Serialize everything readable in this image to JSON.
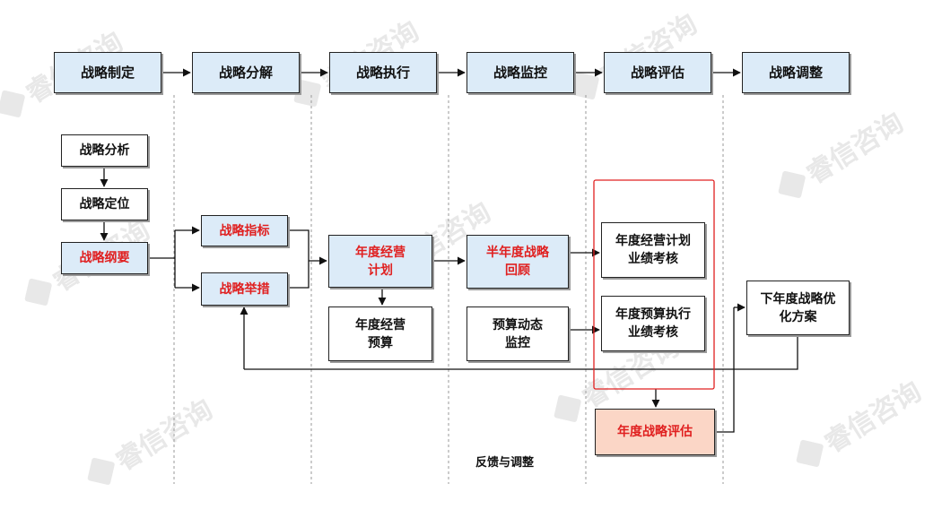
{
  "stages": [
    {
      "label": "战略制定"
    },
    {
      "label": "战略分解"
    },
    {
      "label": "战略执行"
    },
    {
      "label": "战略监控"
    },
    {
      "label": "战略评估"
    },
    {
      "label": "战略调整"
    }
  ],
  "boxes": {
    "strategy_analysis": "战略分析",
    "strategy_positioning": "战略定位",
    "strategy_outline": "战略纲要",
    "strategy_indicators": "战略指标",
    "strategy_initiatives": "战略举措",
    "annual_plan": "年度经营计划",
    "annual_budget": "年度经营预算",
    "half_year_review": "半年度战略回顾",
    "budget_monitoring": "预算动态监控",
    "plan_assessment": "年度经营计划业绩考核",
    "budget_assessment": "年度预算执行业绩考核",
    "annual_evaluation": "年度战略评估",
    "next_year_plan": "下年度战略优化方案"
  },
  "feedback_label": "反馈与调整",
  "watermark": "睿信咨询",
  "colors": {
    "stage_fill": "#dcebf8",
    "highlight_text": "#e02020",
    "evaluation_fill": "#fbd6c6",
    "evaluation_frame": "#e02020"
  }
}
